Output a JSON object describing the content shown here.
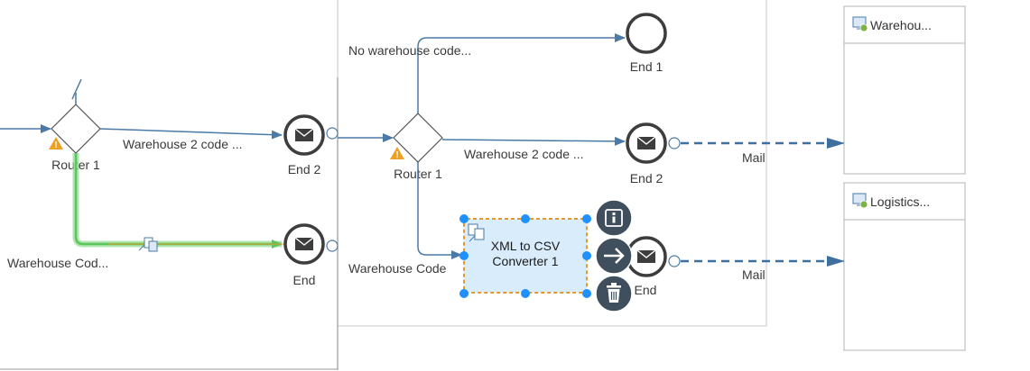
{
  "colors": {
    "flow": "#4a7aa6",
    "message_flow": "#3e6f9e",
    "selected_flow": "#5cc55c",
    "warning": "#f0a020",
    "handle": "#1e90ff",
    "task_fill": "#d9ecfb",
    "task_border": "#e39a2d",
    "action_button": "#404f5e",
    "event_stroke": "#3d3d3d"
  },
  "left_process": {
    "router_label": "Router 1",
    "route_upper_label": "Warehouse 2 code ...",
    "route_lower_label": "Warehouse Cod...",
    "end_upper_label": "End 2",
    "end_lower_label": "End"
  },
  "main_process": {
    "router_label": "Router 1",
    "route_top_label": "No warehouse code...",
    "route_mid_label": "Warehouse 2 code ...",
    "route_bottom_label": "Warehouse Code",
    "end_top_label": "End 1",
    "end_mid_label": "End 2",
    "end_bottom_label": "End",
    "task": {
      "line1": "XML to CSV",
      "line2": "Converter 1"
    },
    "mail_labels": [
      "Mail",
      "Mail"
    ]
  },
  "receivers": [
    {
      "title": "Warehou...",
      "icon": "system-icon"
    },
    {
      "title": "Logistics...",
      "icon": "system-icon"
    }
  ],
  "context_actions": [
    "info-icon",
    "connect-arrow-icon",
    "delete-icon"
  ]
}
